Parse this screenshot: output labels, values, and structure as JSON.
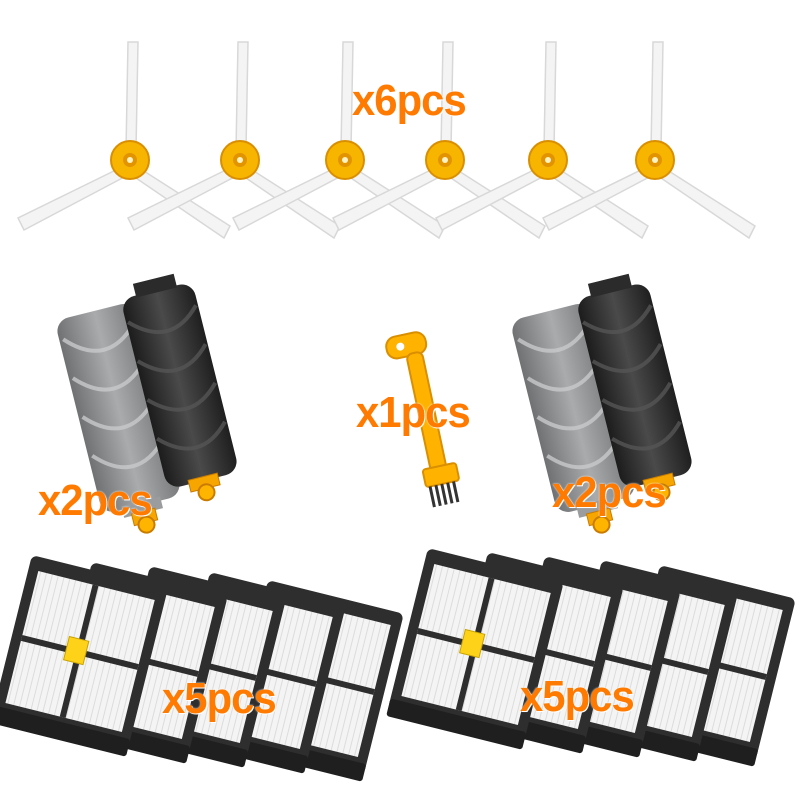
{
  "labels": {
    "side_brushes": "x6pcs",
    "cleaning_tool": "x1pcs",
    "rollers_left": "x2pcs",
    "rollers_right": "x2pcs",
    "filters_left": "x5pcs",
    "filters_right": "x5pcs"
  },
  "colors": {
    "label": "#ff7a00",
    "brush_hub": "#f7b500",
    "bristle": "#f3f3f3",
    "roller_gray": "#8f9193",
    "roller_black": "#2b2b2b",
    "filter_frame": "#2e2e2e",
    "filter_media": "#f2f2f2",
    "filter_tab": "#ffd21a",
    "tool_body": "#ffb300"
  }
}
